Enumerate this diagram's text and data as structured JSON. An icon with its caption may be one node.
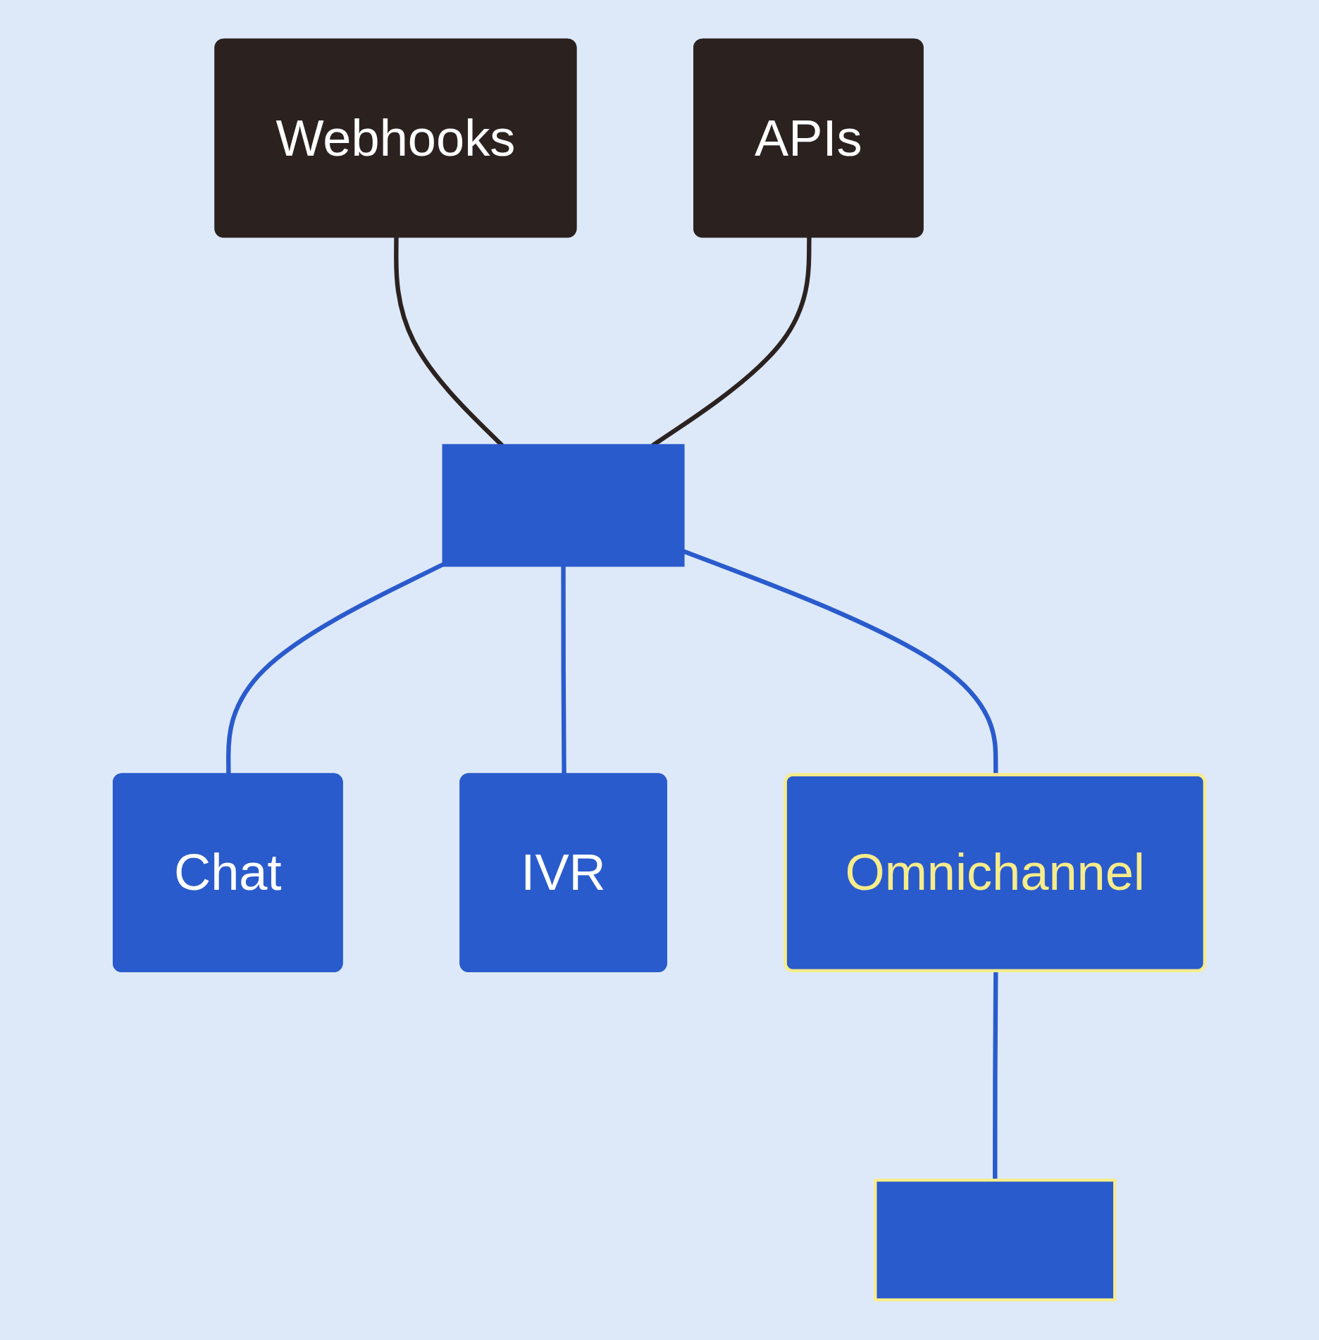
{
  "diagram": {
    "nodes": [
      {
        "text": [
          "Webhooks"
        ]
      },
      {
        "text": [
          "APIs"
        ]
      },
      {
        "text": [
          "Chat"
        ]
      },
      {
        "text": [
          "IVR"
        ]
      },
      {
        "text": [],
        "shape": "box"
      },
      {
        "text": [
          "Omnichannel"
        ]
      },
      {
        "text": [],
        "shape": "box"
      }
    ],
    "edges": [
      {
        "from": 0,
        "to": 4,
        "arrow": "none",
        "color": "#2b2220"
      },
      {
        "from": 1,
        "to": 4,
        "arrow": "none",
        "color": "#2b2220"
      },
      {
        "from": 4,
        "to": 2,
        "arrow": "none"
      },
      {
        "from": 4,
        "to": 3,
        "arrow": "none"
      },
      {
        "from": 4,
        "to": 5,
        "arrow": "none"
      },
      {
        "from": 5,
        "to": 6,
        "arrow": "none"
      }
    ]
  }
}
